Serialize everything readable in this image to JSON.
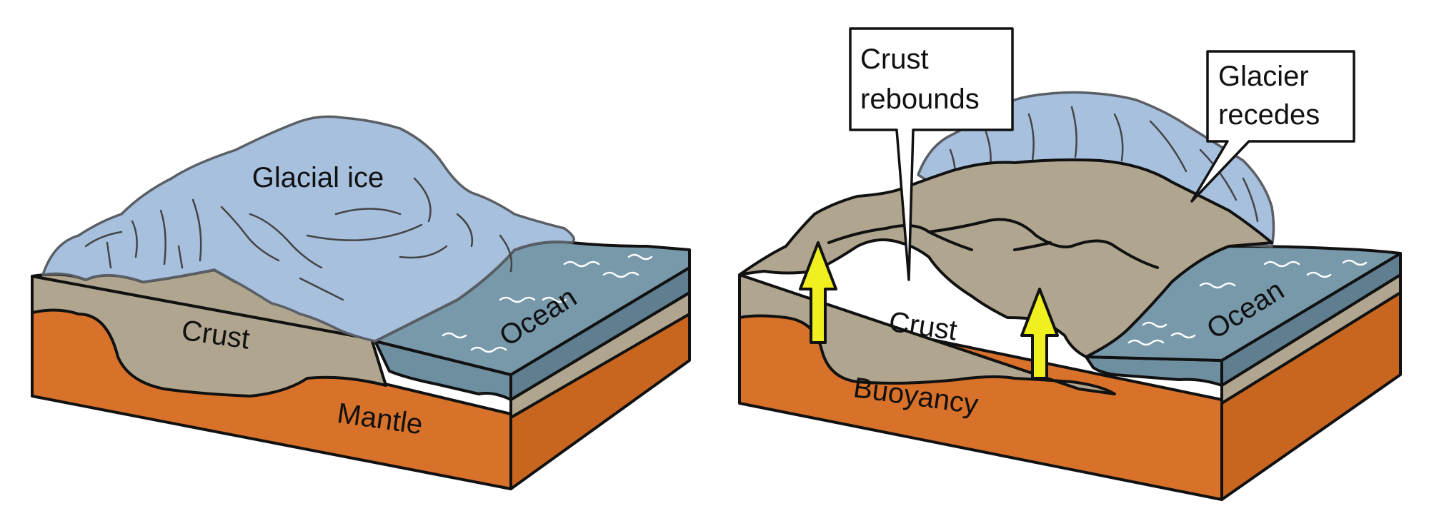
{
  "left_panel": {
    "labels": {
      "ice": "Glacial ice",
      "crust": "Crust",
      "ocean": "Ocean",
      "mantle": "Mantle"
    }
  },
  "right_panel": {
    "labels": {
      "crust": "Crust",
      "ocean": "Ocean",
      "buoyancy": "Buoyancy"
    },
    "callouts": {
      "rebound_line1": "Crust",
      "rebound_line2": "rebounds",
      "recede_line1": "Glacier",
      "recede_line2": "recedes"
    }
  },
  "colors": {
    "ice": "#a7c0de",
    "crust": "#b0a68f",
    "mantle": "#d8712a",
    "ocean": "#6e8fa0",
    "arrow": "#f0f020",
    "outline": "#111111"
  },
  "icons": [
    "up-arrow-icon"
  ]
}
